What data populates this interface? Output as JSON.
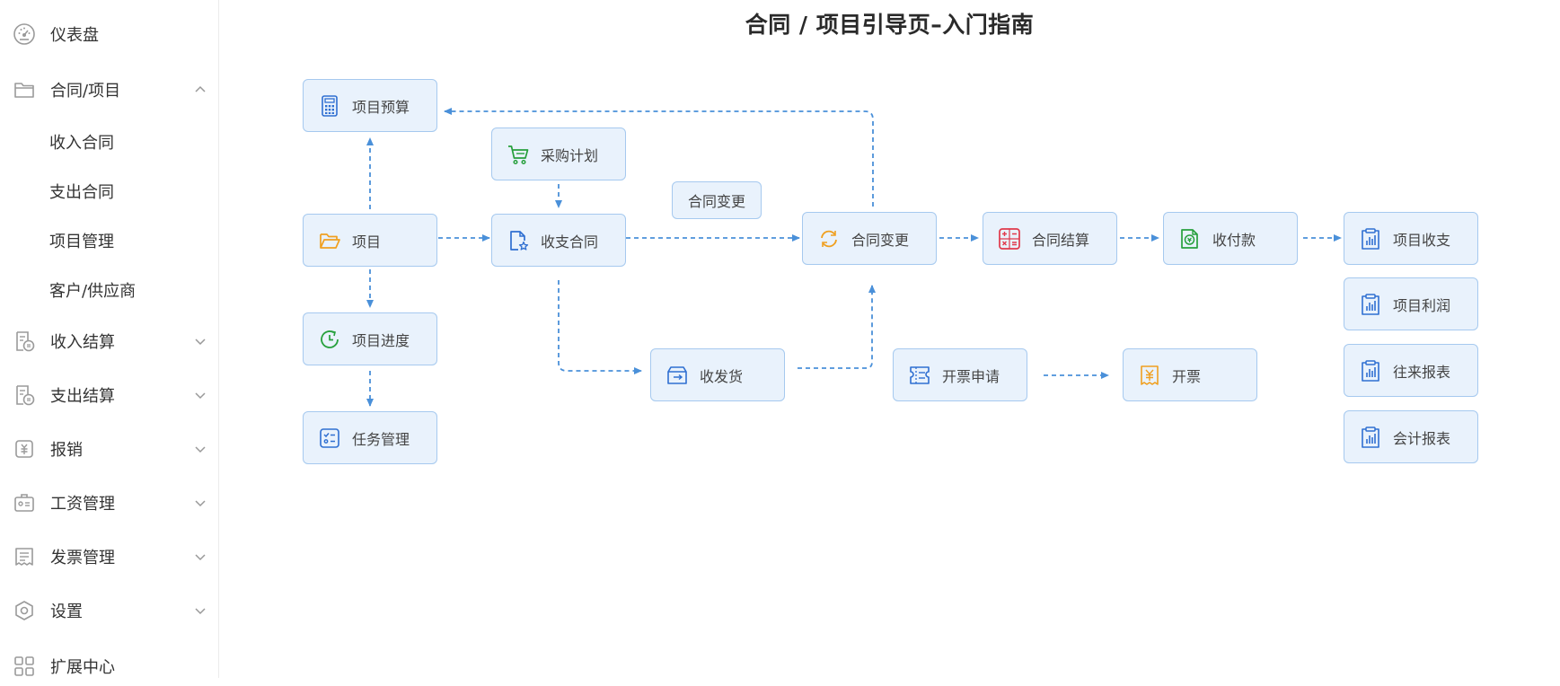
{
  "sidebar": {
    "dashboard": "仪表盘",
    "contract_project": "合同/项目",
    "sub_income_contract": "收入合同",
    "sub_expense_contract": "支出合同",
    "sub_project_mgmt": "项目管理",
    "sub_customer_supplier": "客户/供应商",
    "income_settlement": "收入结算",
    "expense_settlement": "支出结算",
    "reimbursement": "报销",
    "salary_mgmt": "工资管理",
    "invoice_mgmt": "发票管理",
    "settings": "设置",
    "extension_center": "扩展中心"
  },
  "main": {
    "title": "合同 / 项目引导页–入门指南",
    "change_tag": "合同变更",
    "nodes": {
      "budget": "项目预算",
      "project": "项目",
      "progress": "项目进度",
      "task": "任务管理",
      "purchase": "采购计划",
      "contract": "收支合同",
      "delivery": "收发货",
      "change": "合同变更",
      "settle": "合同结算",
      "payment": "收付款",
      "invoice_apply": "开票申请",
      "invoice": "开票",
      "proj_income": "项目收支",
      "proj_profit": "项目利润",
      "trade_report": "往来报表",
      "acct_report": "会计报表"
    }
  },
  "colors": {
    "arrow": "#4a90d9",
    "node_bg": "#e9f2fc",
    "node_border": "#a6c9ef",
    "icon_blue": "#2f6fd1",
    "icon_orange": "#f0a020",
    "icon_green": "#27a03c",
    "icon_red": "#e0394b"
  }
}
